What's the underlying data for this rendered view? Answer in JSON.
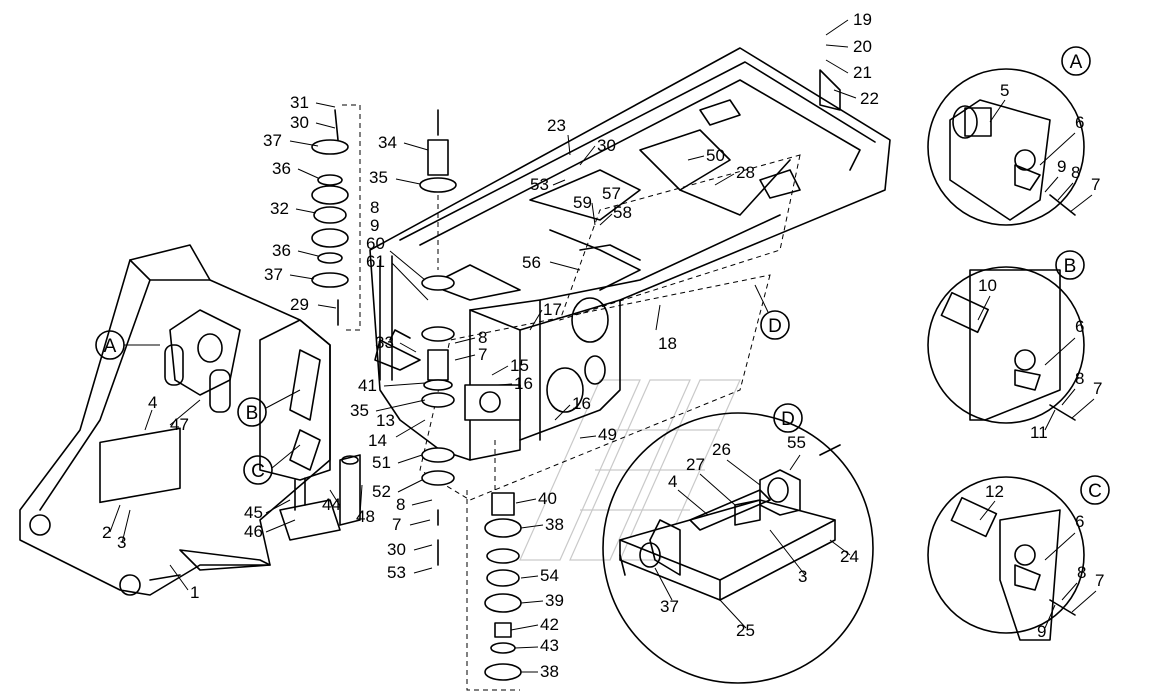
{
  "diagram": {
    "callout_letters": {
      "A": "A",
      "B": "B",
      "C": "C",
      "D": "D"
    },
    "labels": {
      "n1": "1",
      "n2": "2",
      "n3": "3",
      "n4": "4",
      "n7": "7",
      "n8": "8",
      "n8b": "8",
      "n8c": "8",
      "n7b": "7",
      "n9": "9",
      "n13": "13",
      "n14": "14",
      "n15": "15",
      "n16": "16",
      "n16b": "16",
      "n17": "17",
      "n18": "18",
      "n19": "19",
      "n20": "20",
      "n21": "21",
      "n22": "22",
      "n23": "23",
      "n28": "28",
      "n29": "29",
      "n30": "30",
      "n30b": "30",
      "n30c": "30",
      "n31": "31",
      "n32": "32",
      "n33": "33",
      "n34": "34",
      "n35": "35",
      "n35b": "35",
      "n36": "36",
      "n36b": "36",
      "n37": "37",
      "n37b": "37",
      "n38": "38",
      "n38b": "38",
      "n39": "39",
      "n40": "40",
      "n41": "41",
      "n42": "42",
      "n43": "43",
      "n44": "44",
      "n45": "45",
      "n46": "46",
      "n47": "47",
      "n48": "48",
      "n49": "49",
      "n50": "50",
      "n51": "51",
      "n52": "52",
      "n53": "53",
      "n53b": "53",
      "n54": "54",
      "n56": "56",
      "n57": "57",
      "n58": "58",
      "n59": "59",
      "n60": "60",
      "n61": "61"
    },
    "detail_A": {
      "n5": "5",
      "n6": "6",
      "n9": "9",
      "n8": "8",
      "n7": "7"
    },
    "detail_B": {
      "n10": "10",
      "n6": "6",
      "n8": "8",
      "n7": "7",
      "n11": "11"
    },
    "detail_C": {
      "n12": "12",
      "n6": "6",
      "n8": "8",
      "n7": "7",
      "n9": "9"
    },
    "detail_D": {
      "n4": "4",
      "n27": "27",
      "n26": "26",
      "n55": "55",
      "n3": "3",
      "n24": "24",
      "n37": "37",
      "n25": "25"
    }
  }
}
